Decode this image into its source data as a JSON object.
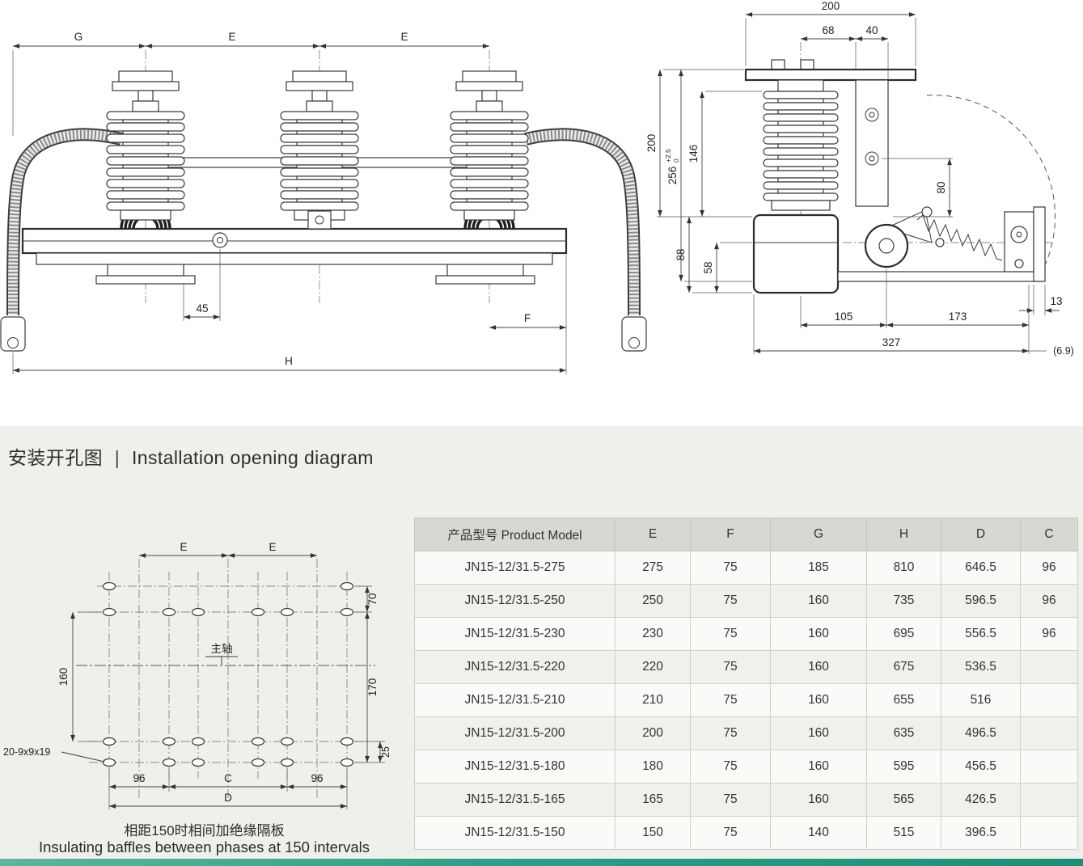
{
  "colors": {
    "accent_teal": "#2f9e88",
    "section_bg": "#eef1eb",
    "table_header_bg": "#d6d8d2",
    "line": "#333333"
  },
  "heading": {
    "zh": "安装开孔图",
    "divider": "|",
    "en": "Installation opening diagram"
  },
  "caption": {
    "zh": "相距150时相间加绝缘隔板",
    "en": "Insulating baffles between phases at 150 intervals"
  },
  "front_view": {
    "dims": {
      "G": "G",
      "E1": "E",
      "E2": "E",
      "d45": "45",
      "F": "F",
      "H": "H"
    }
  },
  "side_view": {
    "dims": {
      "top200": "200",
      "d68": "68",
      "d40": "40",
      "left200": "200",
      "d256": "256",
      "tolUp": "+2.5",
      "tolLow": "0",
      "d146": "146",
      "d88": "88",
      "d58": "58",
      "d80": "80",
      "d105": "105",
      "d173": "173",
      "d327": "327",
      "d13": "13",
      "d69": "(6.9)"
    }
  },
  "opening_view": {
    "dims": {
      "E1": "E",
      "E2": "E",
      "d70": "70",
      "d170": "170",
      "d160": "160",
      "d25": "25",
      "d96a": "96",
      "C": "C",
      "d96b": "96",
      "D": "D"
    },
    "hole_spec": "20-9x9x19",
    "shaft_label": "主轴"
  },
  "table": {
    "headers": [
      "产品型号 Product Model",
      "E",
      "F",
      "G",
      "H",
      "D",
      "C"
    ],
    "rows": [
      [
        "JN15-12/31.5-275",
        "275",
        "75",
        "185",
        "810",
        "646.5",
        "96"
      ],
      [
        "JN15-12/31.5-250",
        "250",
        "75",
        "160",
        "735",
        "596.5",
        "96"
      ],
      [
        "JN15-12/31.5-230",
        "230",
        "75",
        "160",
        "695",
        "556.5",
        "96"
      ],
      [
        "JN15-12/31.5-220",
        "220",
        "75",
        "160",
        "675",
        "536.5",
        ""
      ],
      [
        "JN15-12/31.5-210",
        "210",
        "75",
        "160",
        "655",
        "516",
        ""
      ],
      [
        "JN15-12/31.5-200",
        "200",
        "75",
        "160",
        "635",
        "496.5",
        ""
      ],
      [
        "JN15-12/31.5-180",
        "180",
        "75",
        "160",
        "595",
        "456.5",
        ""
      ],
      [
        "JN15-12/31.5-165",
        "165",
        "75",
        "160",
        "565",
        "426.5",
        ""
      ],
      [
        "JN15-12/31.5-150",
        "150",
        "75",
        "140",
        "515",
        "396.5",
        ""
      ]
    ]
  }
}
